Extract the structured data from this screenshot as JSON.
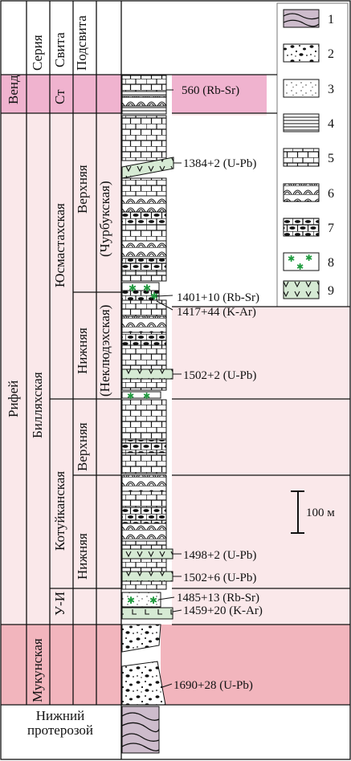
{
  "header": {
    "col_series": "Серия",
    "col_svita": "Свита",
    "col_podsvita": "Подсвита"
  },
  "systems": {
    "vend": "Венд",
    "rifey": "Рифей",
    "lower_proterozoic_1": "Нижний",
    "lower_proterozoic_2": "протерозой"
  },
  "series": {
    "billyakh": "Билляхская",
    "mukun": "Мукунская"
  },
  "formations": {
    "st": "Ст",
    "yusmastakh": "Юсмастахская",
    "kotuykan": "Котуйканская",
    "ui": "У-И"
  },
  "subformations": {
    "upper_1": "Верхняя",
    "upper_1_paren": "(Чурбукская)",
    "lower_1": "Нижняя",
    "lower_1_paren": "(Неклюдэхская)",
    "upper_2": "Верхняя",
    "lower_2": "Нижняя"
  },
  "annotations": {
    "a560": "560 (Rb-Sr)",
    "a1384": "1384+2 (U-Pb)",
    "a1401": "1401+10 (Rb-Sr)",
    "a1417": "1417+44 (K-Ar)",
    "a1502a": "1502+2 (U-Pb)",
    "a1498": "1498+2 (U-Pb)",
    "a1502b": "1502+6 (U-Pb)",
    "a1485": "1485+13 (Rb-Sr)",
    "a1459": "1459+20 (K-Ar)",
    "a1690": "1690+28 (U-Pb)"
  },
  "scale_bar": "100 м",
  "legend": [
    "1",
    "2",
    "3",
    "4",
    "5",
    "6",
    "7",
    "8",
    "9"
  ],
  "colors": {
    "vend_band": "#f0b3cf",
    "rifey_band": "#fae8ea",
    "mukun_band": "#f2b5bd",
    "green_sill": "#d6ead4",
    "green_star": "#1f9a3e",
    "schist": "#cdbccc"
  }
}
